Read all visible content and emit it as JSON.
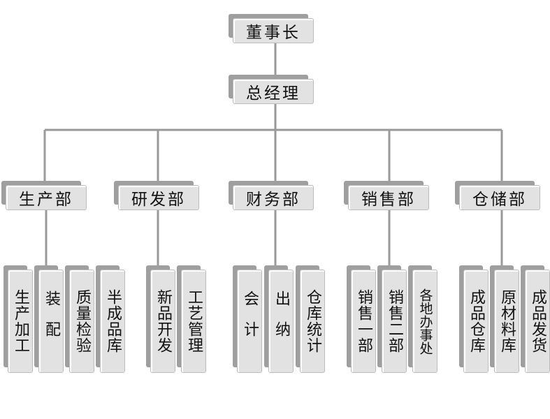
{
  "chairman": "董事长",
  "general_manager": "总经理",
  "departments": [
    {
      "name": "生产部",
      "units": [
        "生产加工",
        "装配",
        "质量检验",
        "半成品库"
      ]
    },
    {
      "name": "研发部",
      "units": [
        "新品开发",
        "工艺管理"
      ]
    },
    {
      "name": "财务部",
      "units": [
        "会计",
        "出纳",
        "仓库统计"
      ]
    },
    {
      "name": "销售部",
      "units": [
        "销售一部",
        "销售二部",
        "各地办事处"
      ]
    },
    {
      "name": "仓储部",
      "units": [
        "成品仓库",
        "原材料库",
        "成品发货"
      ]
    }
  ]
}
